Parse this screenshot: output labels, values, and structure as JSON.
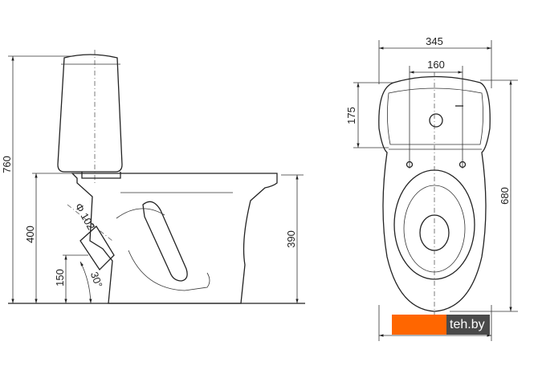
{
  "dimensions": {
    "total_height": "760",
    "rim_height_left": "400",
    "outlet_height": "150",
    "rim_height_right": "390",
    "outlet_diameter": "Φ 102",
    "outlet_angle": "30°",
    "total_width": "345",
    "mount_spacing": "160",
    "tank_depth": "175",
    "total_length": "680"
  },
  "watermark": {
    "text": "teh.by",
    "accent_color": "#ff6600",
    "dark_color": "#4a4a4a"
  }
}
